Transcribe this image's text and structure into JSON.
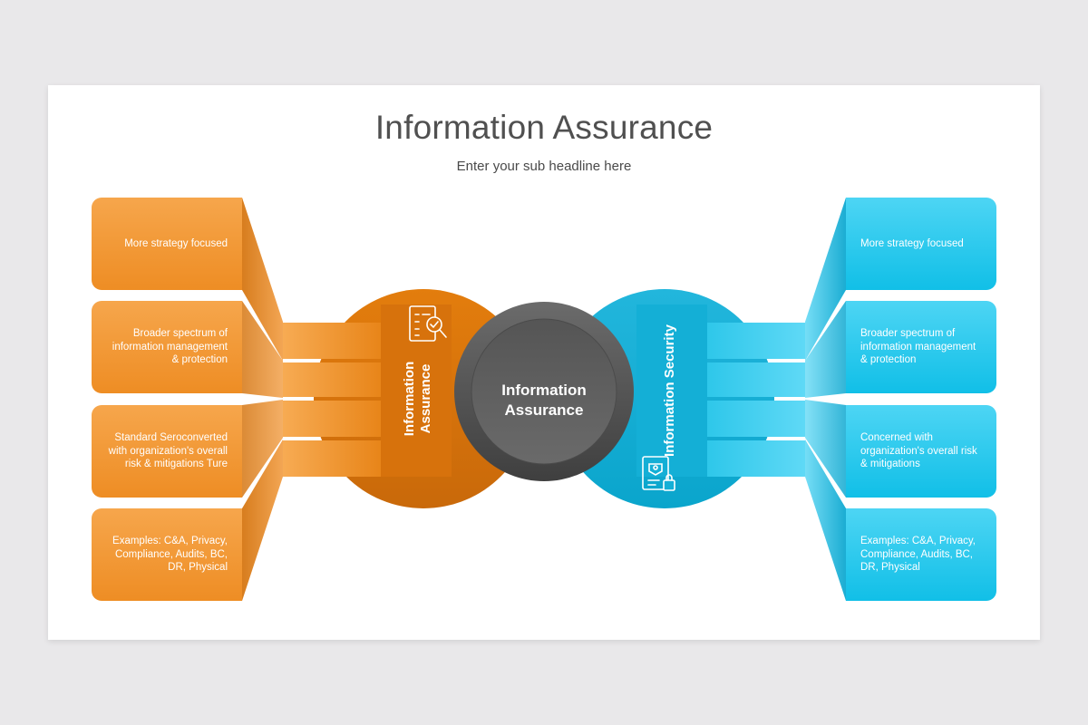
{
  "title": "Information Assurance",
  "subtitle": "Enter your sub headline here",
  "center": {
    "label": "Information Assurance"
  },
  "left": {
    "circle_label": "Information Assurance",
    "icon": "checklist-magnifier-icon",
    "color": "#ee8d24",
    "items": [
      "More strategy focused",
      "Broader spectrum of information management & protection",
      "Standard Seroconverted with organization's overall risk & mitigations Ture",
      "Examples: C&A, Privacy, Compliance, Audits, BC, DR, Physical"
    ]
  },
  "right": {
    "circle_label": "Information Security",
    "icon": "user-document-lock-icon",
    "color": "#11bfe7",
    "items": [
      "More strategy focused",
      "Broader spectrum of information management & protection",
      "Concerned with organization's overall risk & mitigations",
      "Examples: C&A, Privacy, Compliance, Audits, BC, DR, Physical"
    ]
  }
}
